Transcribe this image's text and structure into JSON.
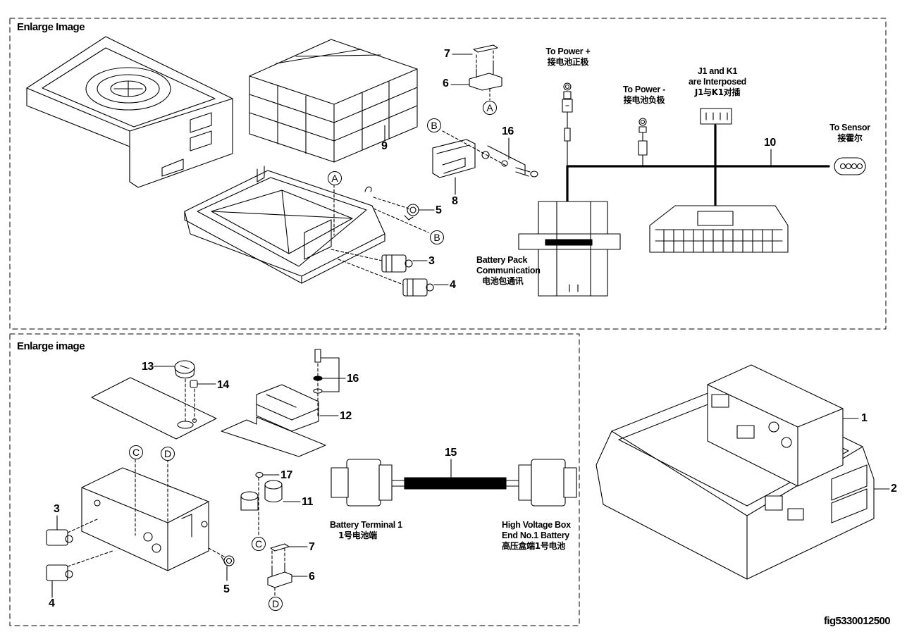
{
  "panels": {
    "top_title": "Enlarge Image",
    "bottom_title": "Enlarge image"
  },
  "labels": {
    "power_plus_en": "To Power +",
    "power_plus_cn": "接电池正极",
    "power_minus_en": "To Power -",
    "power_minus_cn": "接电池负极",
    "j1k1_en1": "J1 and K1",
    "j1k1_en2": "are Interposed",
    "j1k1_cn": "J1与K1对插",
    "sensor_en": "To Sensor",
    "sensor_cn": "接霍尔",
    "bpc_en1": "Battery Pack",
    "bpc_en2": "Communication",
    "bpc_cn": "电池包通讯",
    "bt1_en": "Battery Terminal 1",
    "bt1_cn": "1号电池端",
    "hvb_en1": "High Voltage Box",
    "hvb_en2": "End No.1 Battery",
    "hvb_cn": "高压盒端1号电池"
  },
  "callouts": {
    "top": {
      "n7": "7",
      "n6": "6",
      "n16": "16",
      "n9": "9",
      "n8": "8",
      "n5": "5",
      "n3": "3",
      "n4": "4",
      "n10": "10"
    },
    "bottom": {
      "n13": "13",
      "n14": "14",
      "n16": "16",
      "n12": "12",
      "n15": "15",
      "n17": "17",
      "n11": "11",
      "n7": "7",
      "n6": "6",
      "n3": "3",
      "n4": "4",
      "n5": "5"
    },
    "right": {
      "n1": "1",
      "n2": "2"
    }
  },
  "refs": {
    "A": "A",
    "B": "B",
    "C": "C",
    "D": "D"
  },
  "figure_id": "fig5330012500"
}
